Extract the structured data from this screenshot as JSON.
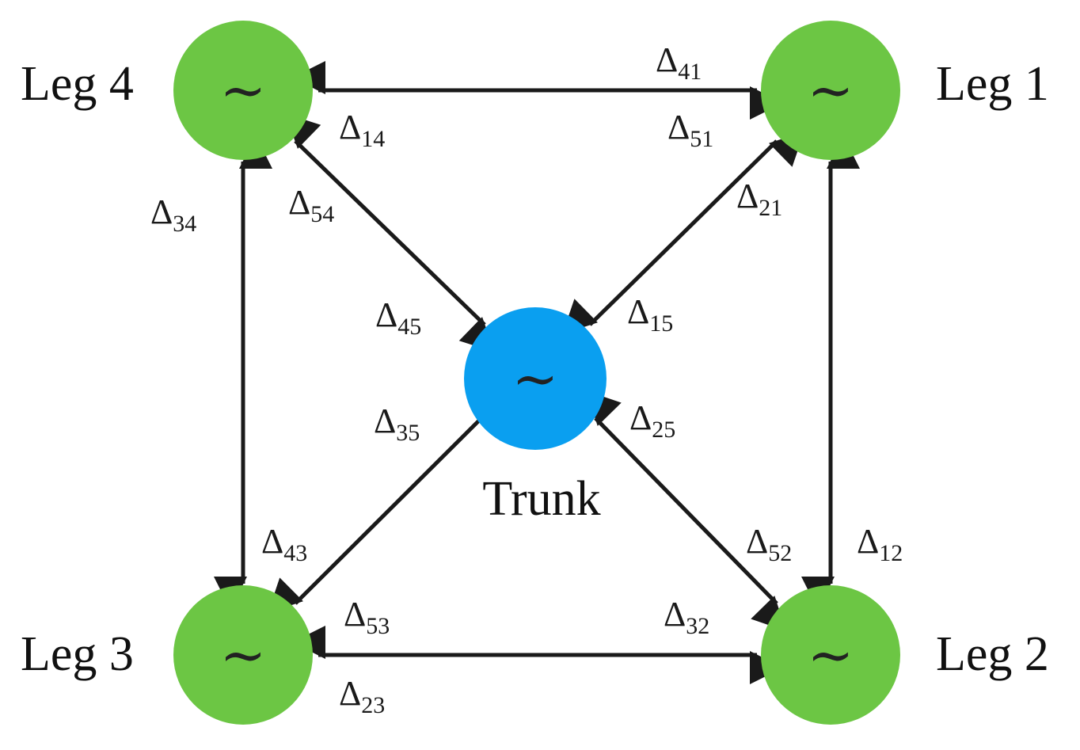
{
  "nodes": {
    "leg1": {
      "label": "Leg 1",
      "symbol": "~",
      "color": "#6cc644"
    },
    "leg2": {
      "label": "Leg 2",
      "symbol": "~",
      "color": "#6cc644"
    },
    "leg3": {
      "label": "Leg 3",
      "symbol": "~",
      "color": "#6cc644"
    },
    "leg4": {
      "label": "Leg 4",
      "symbol": "~",
      "color": "#6cc644"
    },
    "trunk": {
      "label": "Trunk",
      "symbol": "~",
      "color": "#0a9ff0"
    }
  },
  "deltas": {
    "d41": {
      "base": "Δ",
      "sub": "41"
    },
    "d14": {
      "base": "Δ",
      "sub": "14"
    },
    "d51": {
      "base": "Δ",
      "sub": "51"
    },
    "d21": {
      "base": "Δ",
      "sub": "21"
    },
    "d34": {
      "base": "Δ",
      "sub": "34"
    },
    "d54": {
      "base": "Δ",
      "sub": "54"
    },
    "d45": {
      "base": "Δ",
      "sub": "45"
    },
    "d15": {
      "base": "Δ",
      "sub": "15"
    },
    "d35": {
      "base": "Δ",
      "sub": "35"
    },
    "d25": {
      "base": "Δ",
      "sub": "25"
    },
    "d43": {
      "base": "Δ",
      "sub": "43"
    },
    "d52": {
      "base": "Δ",
      "sub": "52"
    },
    "d12": {
      "base": "Δ",
      "sub": "12"
    },
    "d53": {
      "base": "Δ",
      "sub": "53"
    },
    "d32": {
      "base": "Δ",
      "sub": "32"
    },
    "d23": {
      "base": "Δ",
      "sub": "23"
    }
  },
  "edge_color": "#1a1a1a"
}
